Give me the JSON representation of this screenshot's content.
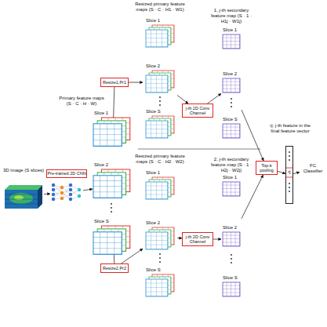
{
  "diagram": {
    "nodes": [
      {
        "text": [
          "3D image (S slices)"
        ]
      },
      {
        "text": [
          "Pre-trained 2D CNN"
        ]
      },
      {
        "text": [
          "Primary feature maps (S · C · H · W)"
        ]
      },
      {
        "text": [
          "Resize1,Pr1"
        ]
      },
      {
        "text": [
          "Resized primary feature maps (S · C · H1 · W1)"
        ]
      },
      {
        "text": [
          "j-th 2D Conv Channel"
        ]
      },
      {
        "text": [
          "1, j-th secondary feature map (S · 1 · H1j · W1j)"
        ]
      },
      {
        "text": [
          "Resize2,Pr2"
        ]
      },
      {
        "text": [
          "Resized primary feature maps (S · C · H2 · W2)"
        ]
      },
      {
        "text": [
          "j-th 2D Conv Channel"
        ]
      },
      {
        "text": [
          "2, j-th secondary feature map (S · 1 · H2j · W2j)"
        ]
      },
      {
        "text": [
          "Top-k pooling"
        ]
      },
      {
        "text": [
          "rj: j-th feature in the final feature vector"
        ]
      },
      {
        "text": [
          "FC Classifier"
        ]
      }
    ],
    "edges": [
      {
        "from": 0,
        "to": 1,
        "arrow": "to"
      },
      {
        "from": 1,
        "to": 2,
        "arrow": "to"
      },
      {
        "from": 2,
        "to": 3,
        "arrow": "none"
      },
      {
        "from": 3,
        "to": 4,
        "arrow": "to"
      },
      {
        "from": 4,
        "to": 5,
        "arrow": "to"
      },
      {
        "from": 5,
        "to": 6,
        "arrow": "to"
      },
      {
        "from": 2,
        "to": 7,
        "arrow": "none"
      },
      {
        "from": 7,
        "to": 8,
        "arrow": "to"
      },
      {
        "from": 8,
        "to": 9,
        "arrow": "to"
      },
      {
        "from": 9,
        "to": 10,
        "arrow": "to"
      },
      {
        "from": 6,
        "to": 11,
        "arrow": "to"
      },
      {
        "from": 10,
        "to": 11,
        "arrow": "to"
      },
      {
        "from": 11,
        "to": 12,
        "arrow": "to"
      },
      {
        "from": 12,
        "to": 13,
        "arrow": "to"
      }
    ],
    "labels": [
      "Slice 1",
      "Slice 2",
      "Slice S",
      "Slice 1",
      "Slice 2",
      "Slice S",
      "Slice 1",
      "Slice 2",
      "Slice S",
      "Slice 1",
      "Slice 2",
      "Slice S",
      "Slice 1",
      "Slice 2",
      "Slice S",
      "rj"
    ]
  }
}
